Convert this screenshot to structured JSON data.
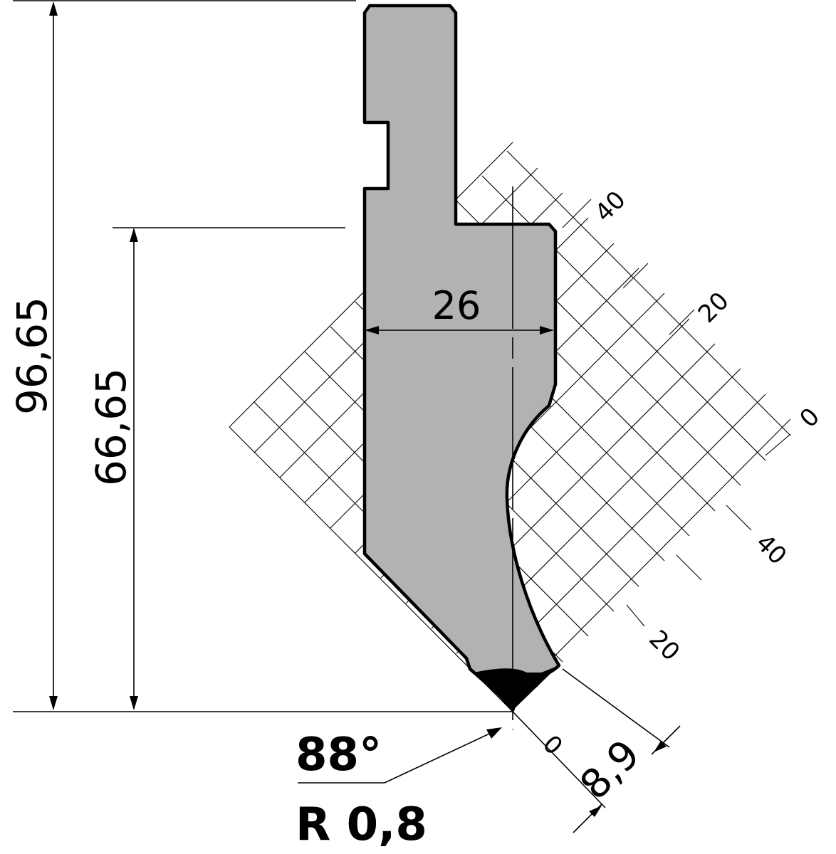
{
  "drawing": {
    "dim_total_height": "96,65",
    "dim_working_height": "66,65",
    "dim_width": "26",
    "angle": "88°",
    "radius": "R 0,8",
    "tip_clearance": "8,9",
    "grid_labels": {
      "upper_axis": [
        "40",
        "20",
        "0"
      ],
      "lower_axis": [
        "40",
        "20",
        "0"
      ]
    },
    "colors": {
      "punch_fill": "#b2b2b2",
      "outline": "#000000",
      "background": "#ffffff"
    }
  }
}
